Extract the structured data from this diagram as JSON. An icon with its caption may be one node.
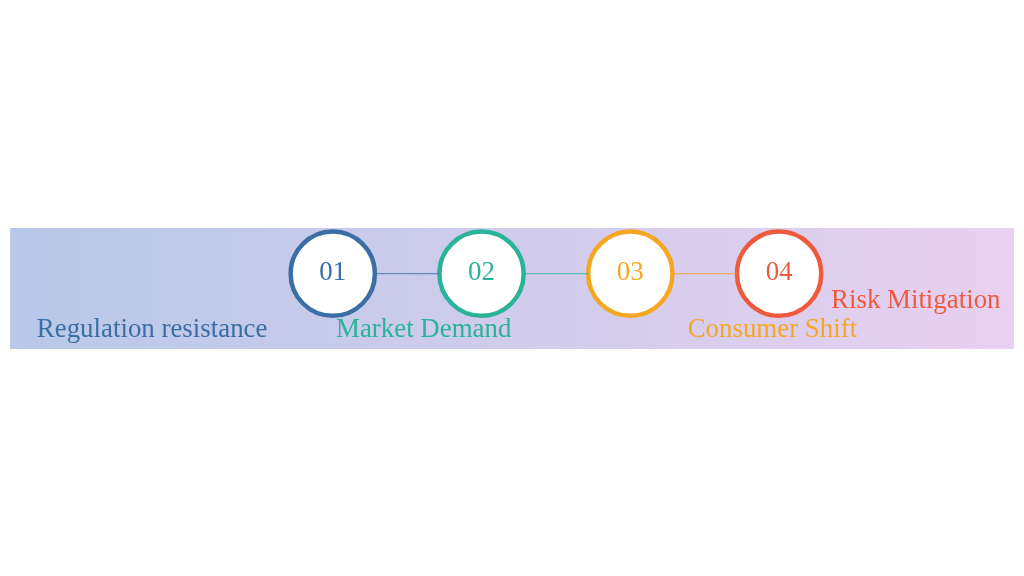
{
  "diagram": {
    "nodes": [
      {
        "text": [
          "01"
        ],
        "beside": [
          "Regulation resistance"
        ]
      },
      {
        "text": [
          "02"
        ],
        "beside": [
          "Market Demand"
        ]
      },
      {
        "text": [
          "03"
        ],
        "beside": [
          "Consumer Shift"
        ]
      },
      {
        "text": [
          "04"
        ],
        "beside": [
          "Risk Mitigation"
        ]
      }
    ],
    "edges": [
      {
        "from": 0,
        "to": 1,
        "arrow": "none",
        "color": "#3a6ea5"
      },
      {
        "from": 1,
        "to": 2,
        "arrow": "none",
        "color": "#2bb39a"
      },
      {
        "from": 2,
        "to": 3,
        "arrow": "none",
        "color": "#f5a623"
      }
    ]
  }
}
